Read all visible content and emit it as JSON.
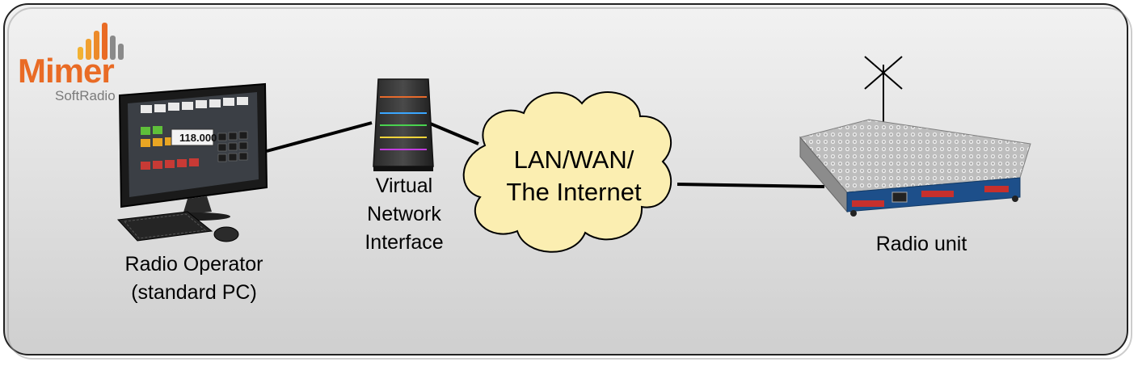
{
  "logo": {
    "brand": "Mimer",
    "product": "SoftRadio"
  },
  "nodes": {
    "pc": {
      "line1": "Radio Operator",
      "line2": "(standard PC)",
      "screen_value": "118.000"
    },
    "server": {
      "line1": "Virtual",
      "line2": "Network",
      "line3": "Interface"
    },
    "network": {
      "line1": "LAN/WAN/",
      "line2": "The Internet"
    },
    "radio": {
      "label": "Radio unit"
    }
  },
  "colors": {
    "panel_fill": "#d4d4d4",
    "panel_border": "#222222",
    "cloud_fill": "#fbeeb1",
    "logo_orange": "#e96b25",
    "logo_gray": "#8a8a8a",
    "radio_blue": "#1d4f8a"
  }
}
